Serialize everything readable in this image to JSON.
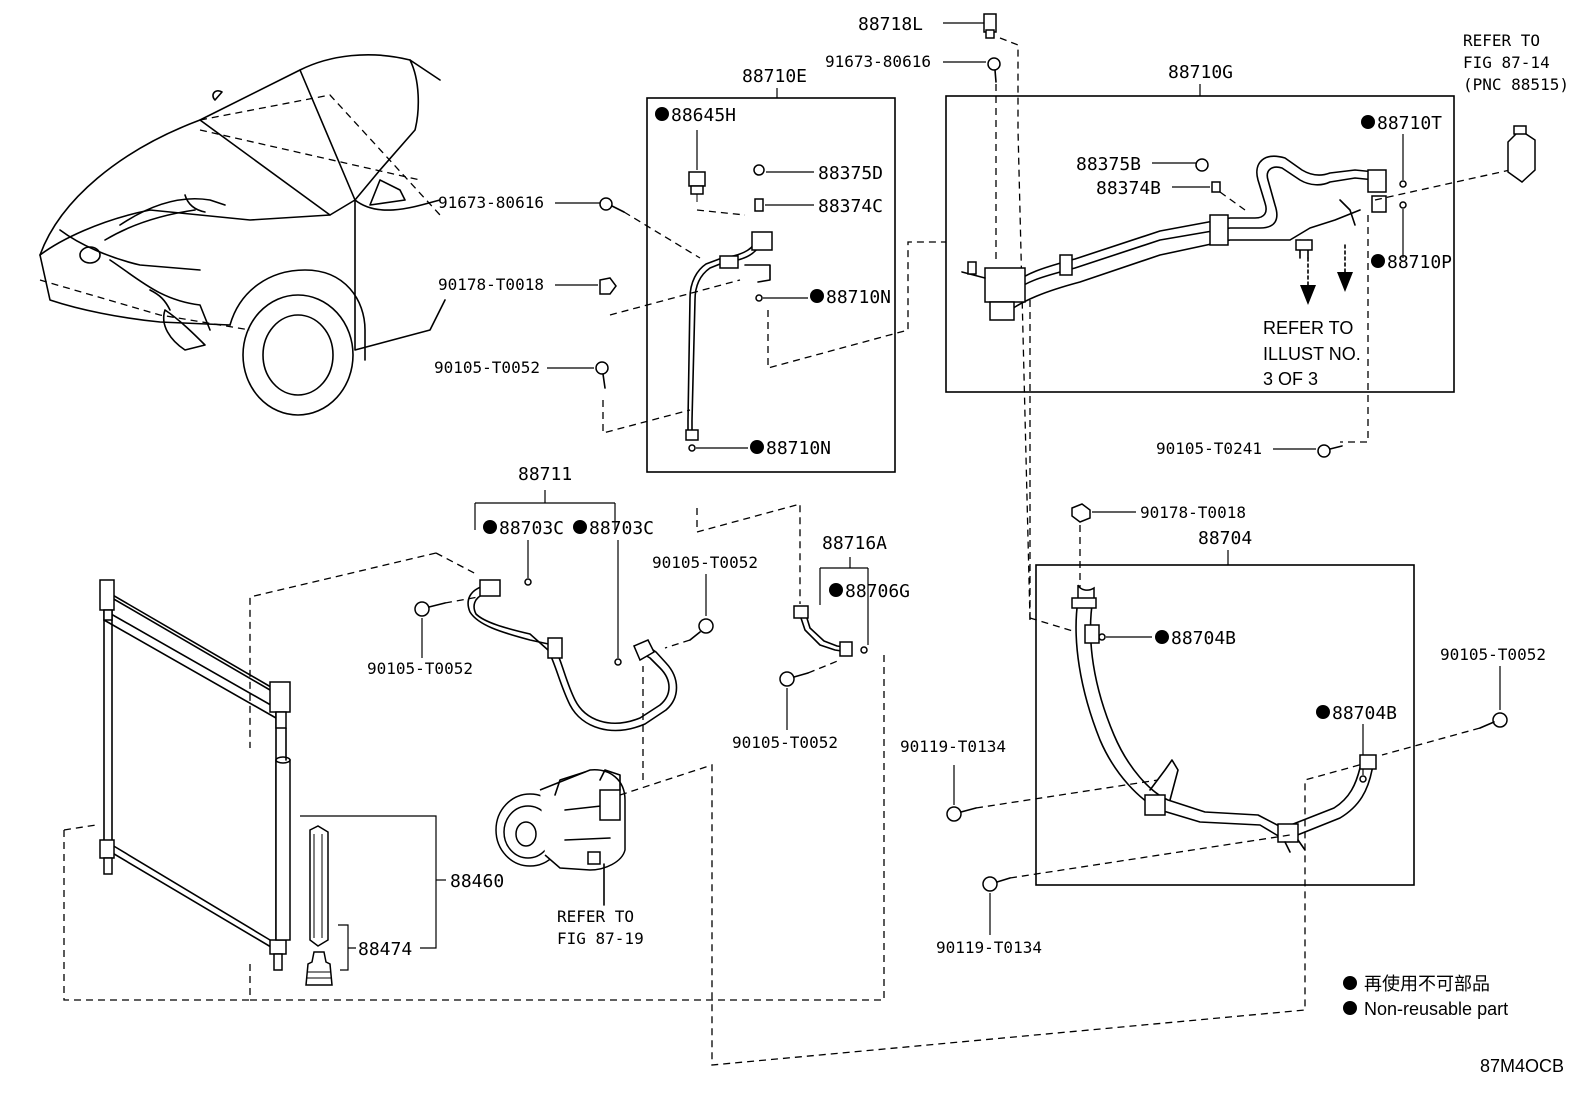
{
  "parts": {
    "p88718L": "88718L",
    "p91673_top": "91673-80616",
    "p88710E": "88710E",
    "p88645H": "88645H",
    "p88375D": "88375D",
    "p88374C": "88374C",
    "p91673_left": "91673-80616",
    "p90178_left": "90178-T0018",
    "p88710N_a": "88710N",
    "p90105_left": "90105-T0052",
    "p88710N_b": "88710N",
    "p88710G": "88710G",
    "p88375B": "88375B",
    "p88374B": "88374B",
    "p88710T": "88710T",
    "p88710P": "88710P",
    "p90105_T0241": "90105-T0241",
    "p88711": "88711",
    "p88703C_a": "88703C",
    "p88703C_b": "88703C",
    "p90105_mid": "90105-T0052",
    "p90105_bl": "90105-T0052",
    "p88716A": "88716A",
    "p88706G": "88706G",
    "p90105_c": "90105-T0052",
    "p90178_right": "90178-T0018",
    "p88704": "88704",
    "p88704B_a": "88704B",
    "p88704B_b": "88704B",
    "p90105_right": "90105-T0052",
    "p90119_a": "90119-T0134",
    "p90119_b": "90119-T0134",
    "p88460": "88460",
    "p88474": "88474"
  },
  "refs": {
    "fig8714_l1": "REFER TO",
    "fig8714_l2": "FIG 87-14",
    "fig8714_l3": "(PNC 88515)",
    "illust_l1": "REFER TO",
    "illust_l2": "ILLUST NO.",
    "illust_l3": "3 OF 3",
    "fig8719_l1": "REFER TO",
    "fig8719_l2": "FIG 87-19"
  },
  "legend": {
    "line_jp": "再使用不可部品",
    "line_en": "Non-reusable part"
  },
  "figure_code": "87M4OCB"
}
